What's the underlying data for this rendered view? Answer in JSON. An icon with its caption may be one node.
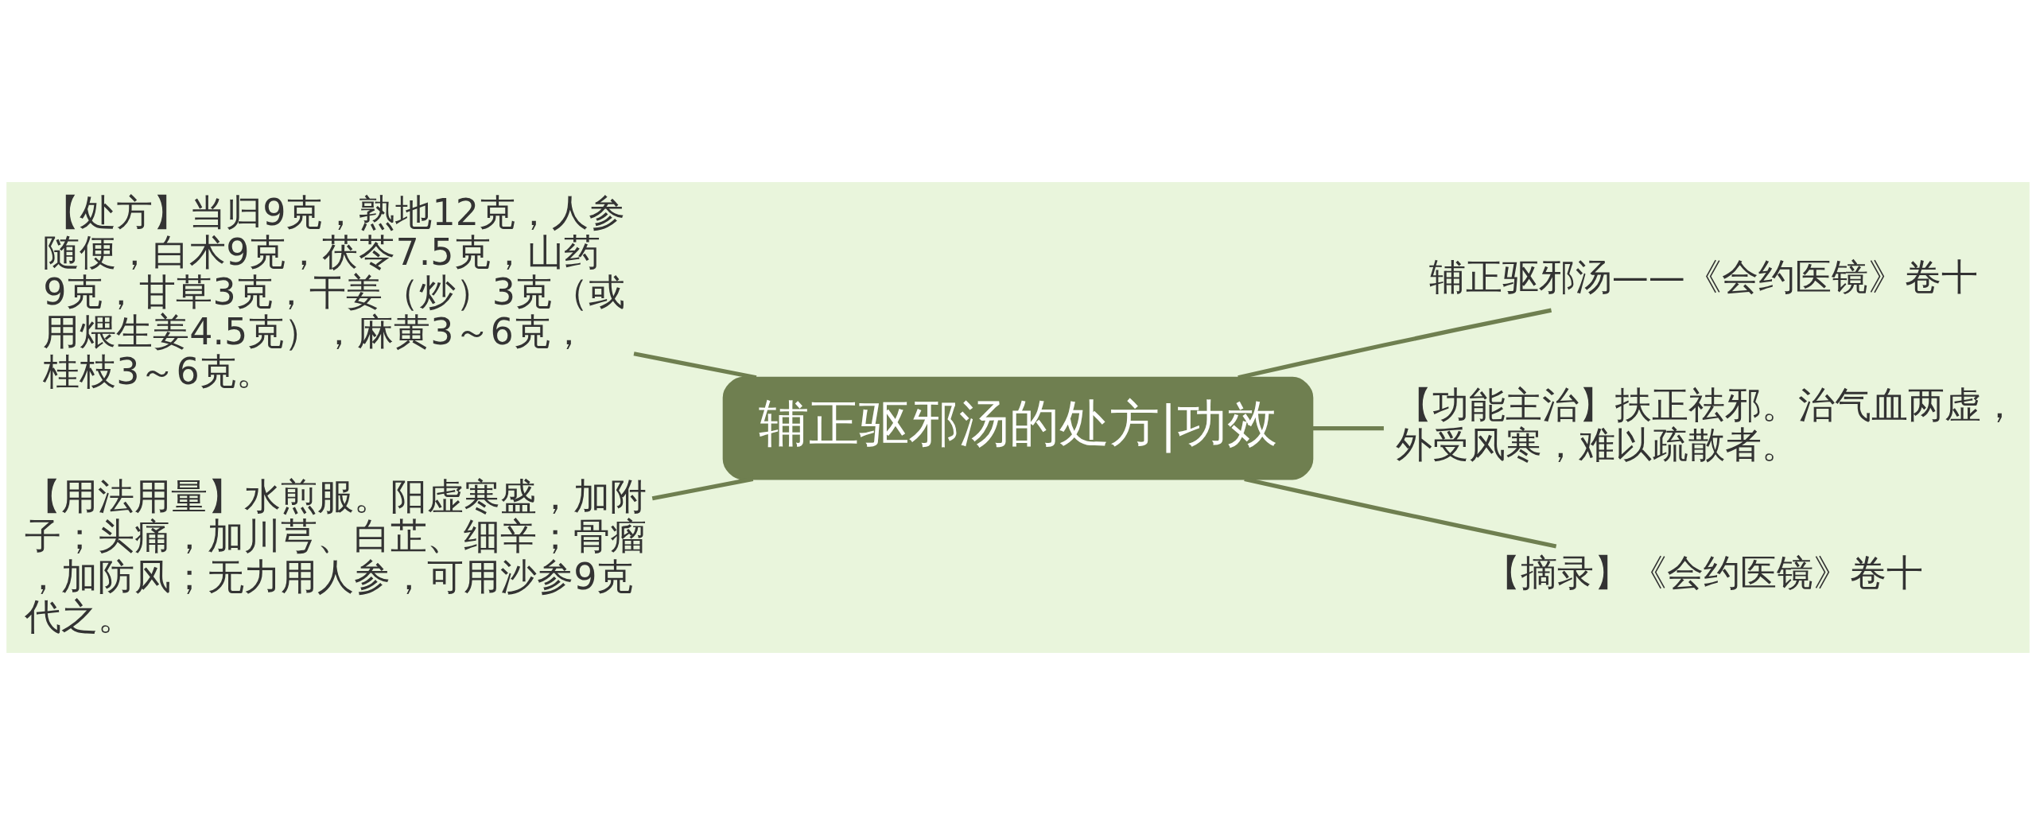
{
  "diagram": {
    "nodes": [
      {
        "text": [
          "辅正驱邪汤的处方|功效"
        ]
      },
      {
        "text": [
          "【处方】当归9克，熟地12克，人参随便，白术9克，茯苓7.5克，山药9克，甘草3克，干姜（炒）3克（或用煨生姜4.5克），麻黄3～6克，桂枝3～6克。"
        ]
      },
      {
        "text": [
          "【用法用量】水煎服。阳虚寒盛，加附子；头痛，加川芎、白芷、细辛；骨瘤，加防风；无力用人参，可用沙参9克代之。"
        ]
      },
      {
        "text": [
          "辅正驱邪汤——《会约医镜》卷十"
        ]
      },
      {
        "text": [
          "【功能主治】扶正祛邪。治气血两虚，外受风寒，难以疏散者。"
        ]
      },
      {
        "text": [
          "【摘录】《会约医镜》卷十"
        ]
      }
    ],
    "edges": [
      {
        "from": 0,
        "to": 1,
        "arrow": "none"
      },
      {
        "from": 0,
        "to": 2,
        "arrow": "none"
      },
      {
        "from": 0,
        "to": 3,
        "arrow": "none"
      },
      {
        "from": 0,
        "to": 4,
        "arrow": "none"
      },
      {
        "from": 0,
        "to": 5,
        "arrow": "none"
      }
    ]
  }
}
